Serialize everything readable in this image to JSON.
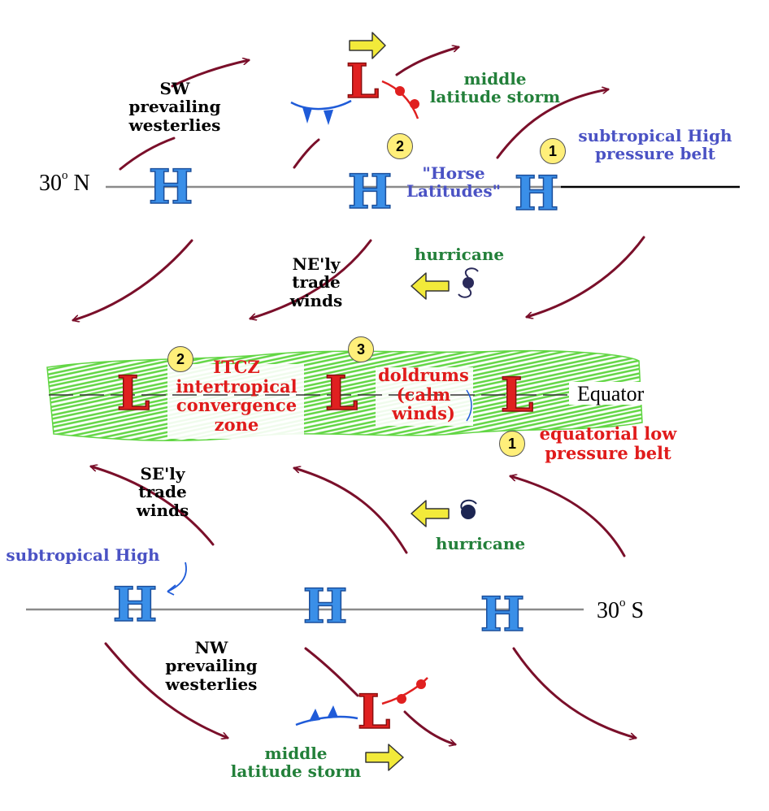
{
  "colors": {
    "high": "#3a8fe8",
    "low": "#e02020",
    "arrow": "#7a0f2a",
    "itcz_band": "#59d439",
    "line": "#8a8a8a",
    "label_green": "#23803a",
    "label_blue": "#4a52c4",
    "label_red": "#e01b1b",
    "badge_fill": "#ffef7a",
    "yellow_arrow": "#f2ea3a"
  },
  "lat_north": {
    "text": "30",
    "unit": " N",
    "sup": "o"
  },
  "lat_south": {
    "text": "30",
    "unit": " S",
    "sup": "o"
  },
  "equator": "Equator",
  "labels": {
    "sw_westerlies": "SW\nprevailing\nwesterlies",
    "ne_trade": "NE'ly\ntrade\nwinds",
    "se_trade": "SE'ly\ntrade\nwinds",
    "nw_westerlies": "NW\nprevailing\nwesterlies",
    "storm_north": "middle\nlatitude storm",
    "storm_south": "middle\nlatitude storm",
    "hurricane_north": "hurricane",
    "hurricane_south": "hurricane",
    "subtropical_high_belt": "subtropical High\npressure belt",
    "horse_latitudes": "\"Horse\nLatitudes\"",
    "subtropical_high_south": "subtropical High",
    "itcz": "ITCZ\nintertropical\nconvergence\nzone",
    "doldrums": "doldrums\n(calm\nwinds)",
    "equatorial_low": "equatorial low\npressure belt"
  },
  "badges": {
    "north_1": "1",
    "north_2": "2",
    "itcz_2": "2",
    "doldrums_3": "3",
    "equatorial_1": "1"
  },
  "pressure_symbols": {
    "high": "H",
    "low": "L"
  }
}
